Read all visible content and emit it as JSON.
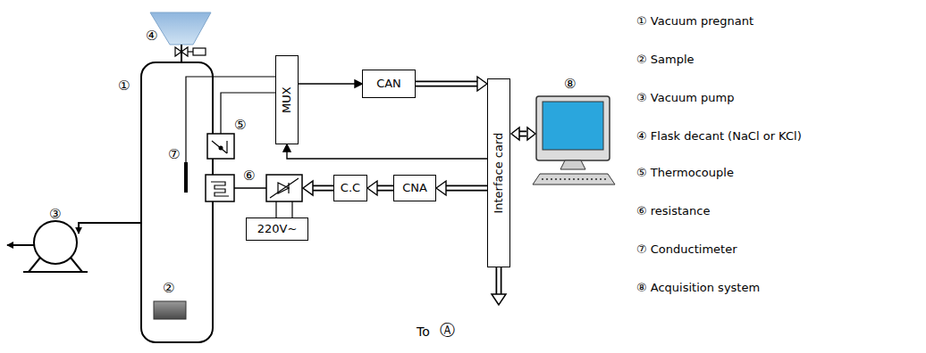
{
  "diagram": {
    "nodes": [
      {
        "text": [
          "MUX"
        ]
      },
      {
        "text": [
          "CAN"
        ]
      },
      {
        "text": [
          "Interface card"
        ]
      },
      {
        "text": [
          "CNA"
        ]
      },
      {
        "text": [
          "C.C"
        ]
      },
      {
        "text": [
          "220V~"
        ]
      }
    ],
    "edges": [
      {
        "from": 0,
        "to": 1,
        "arrow": "to"
      },
      {
        "from": 1,
        "to": 2,
        "arrow": "to"
      },
      {
        "from": 2,
        "to": 0,
        "arrow": "to"
      },
      {
        "from": 2,
        "to": 3,
        "arrow": "to"
      },
      {
        "from": 3,
        "to": 4,
        "arrow": "to"
      }
    ],
    "labels": [
      "④",
      "①",
      "⑦",
      "⑤",
      "⑥",
      "③",
      "②",
      "⑧",
      "To",
      "Ⓐ",
      "① Vacuum pregnant",
      "② Sample",
      "③ Vacuum pump",
      "④ Flask decant (NaCl or KCl)",
      "⑤ Thermocouple",
      "⑥ resistance",
      "⑦ Conductimeter",
      "⑧ Acquisition system"
    ]
  }
}
